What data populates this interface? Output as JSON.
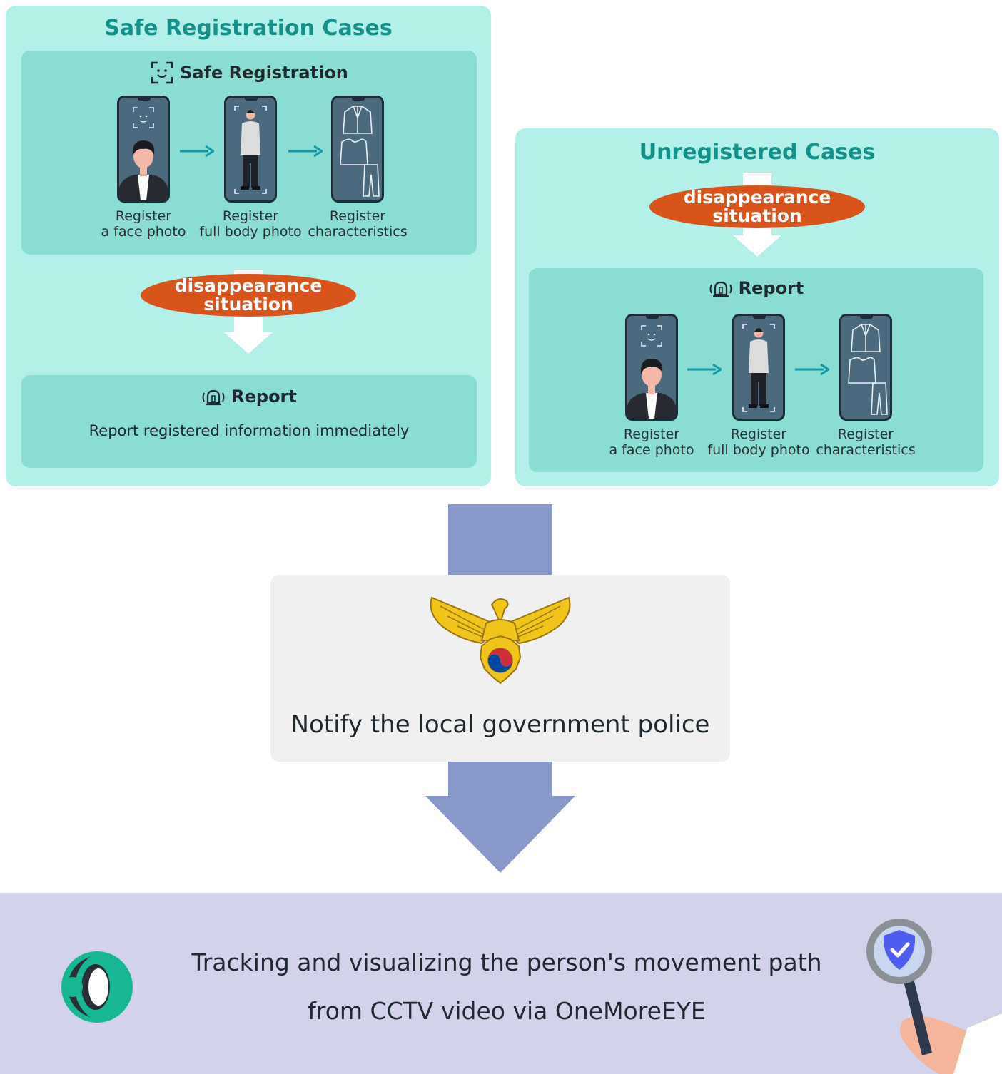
{
  "safe_panel": {
    "title": "Safe Registration Cases",
    "card_title": "Safe Registration",
    "steps": [
      {
        "line1": "Register",
        "line2": "a face photo"
      },
      {
        "line1": "Register",
        "line2": "full body photo"
      },
      {
        "line1": "Register",
        "line2": "characteristics"
      }
    ],
    "situation": {
      "line1": "disappearance",
      "line2": "situation"
    },
    "report_title": "Report",
    "report_text": "Report registered information immediately"
  },
  "unregistered_panel": {
    "title": "Unregistered Cases",
    "situation": {
      "line1": "disappearance",
      "line2": "situation"
    },
    "card_title": "Report",
    "steps": [
      {
        "line1": "Register",
        "line2": "a face photo"
      },
      {
        "line1": "Register",
        "line2": "full body photo"
      },
      {
        "line1": "Register",
        "line2": "characteristics"
      }
    ]
  },
  "police": {
    "text": "Notify the local government police",
    "emblem_icon": "police-eagle-emblem"
  },
  "bottom": {
    "line1": "Tracking and visualizing the person's movement path",
    "line2": "from CCTV video via OneMoreEYE",
    "logo_icon": "onemoreeye-logo",
    "search_icon": "magnifier-check-icon"
  },
  "colors": {
    "panel_bg": "#b3f0e9",
    "card_bg": "#89ddd3",
    "title_teal": "#13928b",
    "oval_orange": "#d9541b",
    "flow_arrow": "#8898c8",
    "bottom_band": "#d2d3ea"
  }
}
